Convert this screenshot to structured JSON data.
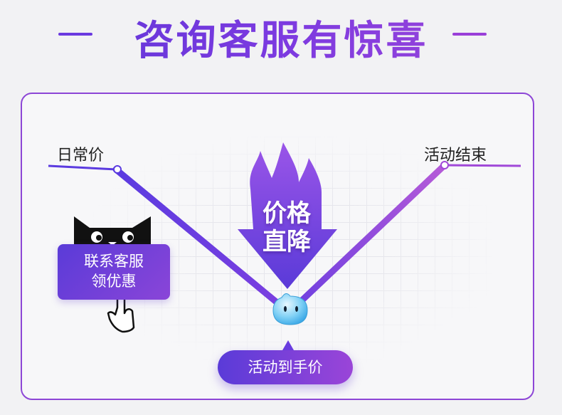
{
  "title": "咨询客服有惊喜",
  "labels": {
    "daily_price": "日常价",
    "activity_end": "活动结束"
  },
  "badge": {
    "line1": "价格",
    "line2": "直降"
  },
  "contact_button": {
    "line1": "联系客服",
    "line2": "领优惠"
  },
  "bottom_button": {
    "label": "活动到手价"
  },
  "colors": {
    "accent_start": "#5b35d6",
    "accent_end": "#a248d8",
    "panel_border": "#8d46d6"
  }
}
